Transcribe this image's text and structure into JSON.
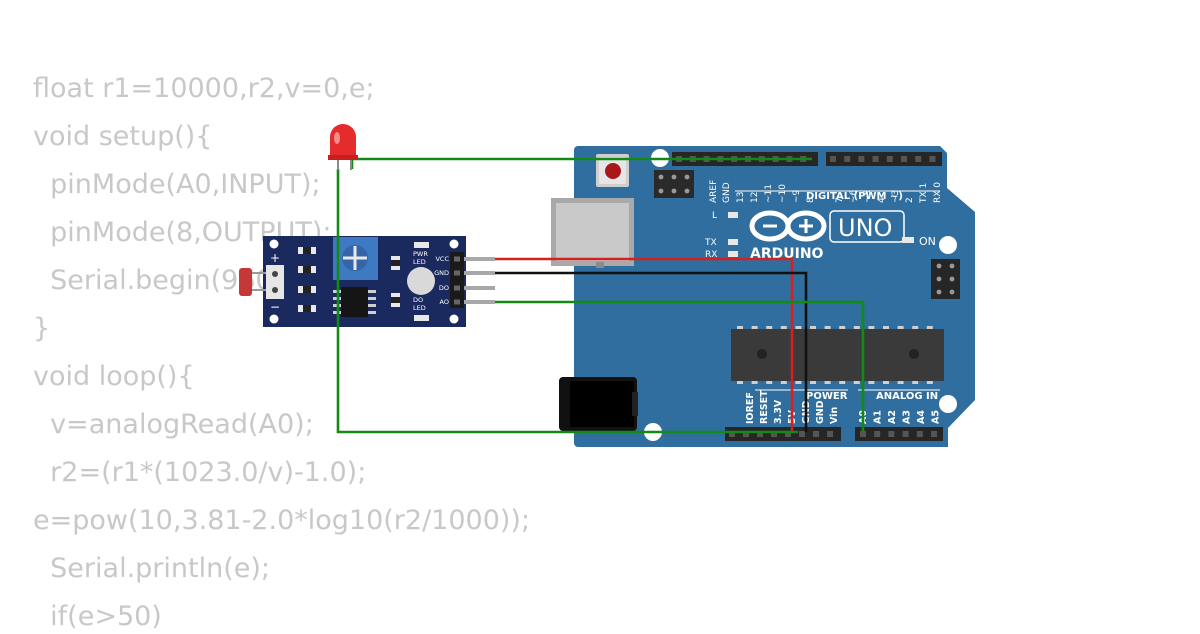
{
  "code": {
    "lines": [
      "float r1=10000,r2,v=0,e;",
      "void setup(){",
      "  pinMode(A0,INPUT);",
      "  pinMode(8,OUTPUT);",
      "  Serial.begin(9600);",
      "}",
      "void loop(){",
      "  v=analogRead(A0);",
      "  r2=(r1*(1023.0/v)-1.0);",
      "e=pow(10,3.81-2.0*log10(r2/1000));",
      "  Serial.println(e);",
      "  if(e>50)"
    ]
  },
  "arduino": {
    "brand": "ARDUINO",
    "model": "UNO",
    "on_label": "ON",
    "l_label": "L",
    "tx_label": "TX",
    "rx_label": "RX",
    "digital_header": "DIGITAL (PWM ~)",
    "power_header": "POWER",
    "analog_header": "ANALOG IN",
    "digital_pins": [
      "AREF",
      "GND",
      "13",
      "12",
      "~11",
      "~10",
      "~9",
      "8",
      "7",
      "~6",
      "~5",
      "4",
      "~3",
      "2",
      "TX 1",
      "RX 0"
    ],
    "power_pins": [
      "IOREF",
      "RESET",
      "3.3V",
      "5V",
      "GND",
      "GND",
      "Vin"
    ],
    "analog_pins": [
      "A0",
      "A1",
      "A2",
      "A3",
      "A4",
      "A5"
    ],
    "board_color": "#2f6e9e"
  },
  "sensor": {
    "pins": [
      "VCC",
      "GND",
      "DO",
      "AO"
    ],
    "pwr_led_label": [
      "PWR",
      "LED"
    ],
    "do_led_label": [
      "DO",
      "LED"
    ],
    "plus": "+",
    "minus": "−",
    "board_color": "#1b2a5e"
  },
  "wires": {
    "vcc_color": "#d42020",
    "gnd_color": "#111111",
    "signal_color": "#138a13"
  },
  "led": {
    "color": "#e52b2b"
  }
}
